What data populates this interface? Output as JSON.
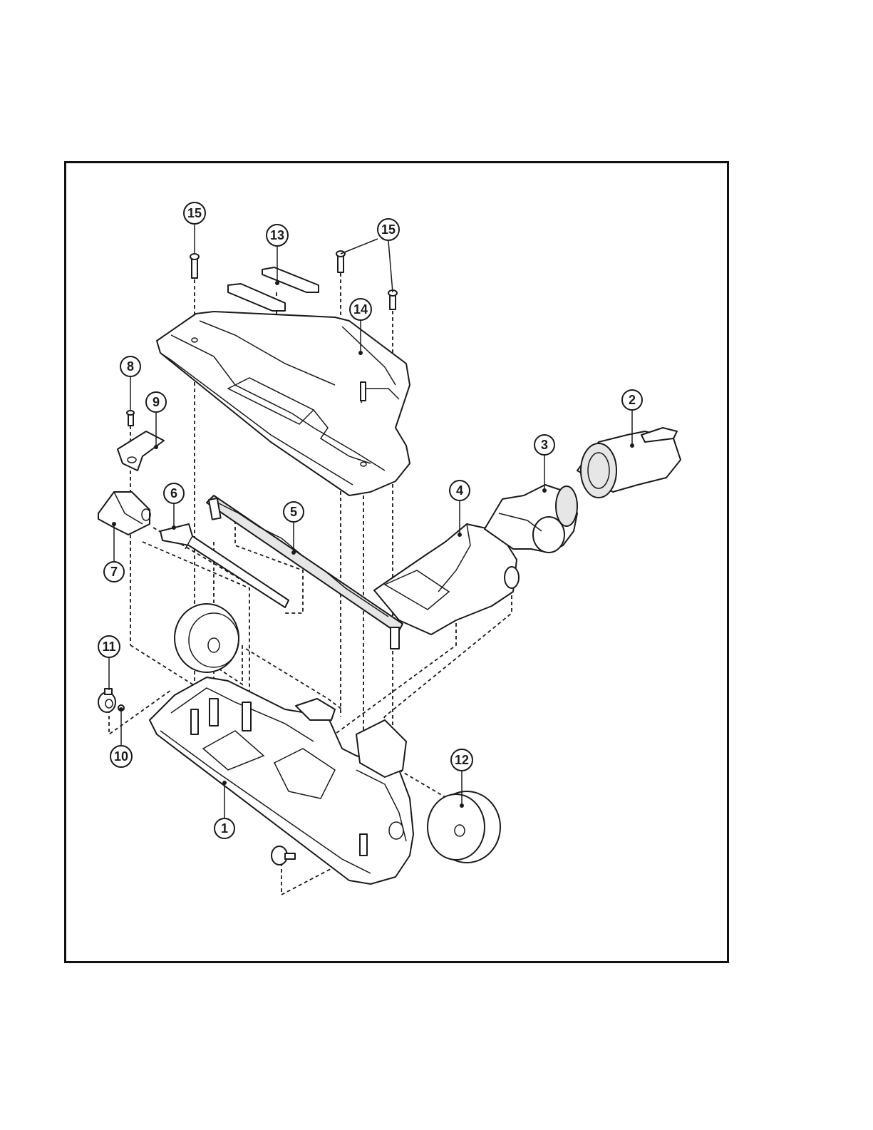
{
  "diagram": {
    "type": "exploded-parts-view",
    "callouts": [
      {
        "id": "1",
        "label": "1"
      },
      {
        "id": "2",
        "label": "2"
      },
      {
        "id": "3",
        "label": "3"
      },
      {
        "id": "4",
        "label": "4"
      },
      {
        "id": "5",
        "label": "5"
      },
      {
        "id": "6",
        "label": "6"
      },
      {
        "id": "7",
        "label": "7"
      },
      {
        "id": "8",
        "label": "8"
      },
      {
        "id": "9",
        "label": "9"
      },
      {
        "id": "10",
        "label": "10"
      },
      {
        "id": "11",
        "label": "11"
      },
      {
        "id": "12",
        "label": "12"
      },
      {
        "id": "13",
        "label": "13"
      },
      {
        "id": "14",
        "label": "14"
      },
      {
        "id": "15a",
        "label": "15"
      },
      {
        "id": "15b",
        "label": "15"
      }
    ],
    "colors": {
      "line": "#1a1a1a",
      "background": "#ffffff",
      "shade": "#e6e6e6"
    }
  }
}
